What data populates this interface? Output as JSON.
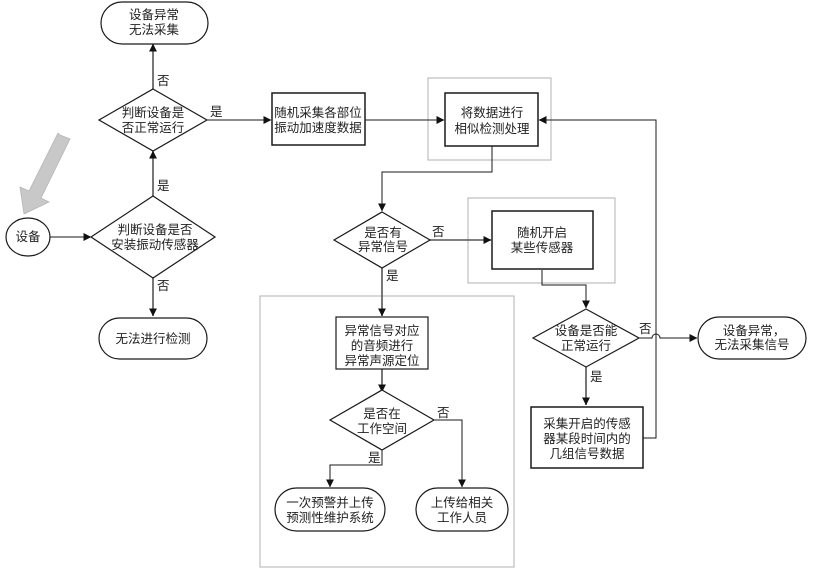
{
  "diagram": {
    "type": "flowchart",
    "nodes": {
      "device": {
        "text": [
          "设备"
        ]
      },
      "check_sensor": {
        "text": [
          "判断设备是否",
          "安装振动传感器"
        ]
      },
      "cannot_detect": {
        "text": [
          "无法进行检测"
        ]
      },
      "check_running": {
        "text": [
          "判断设备是",
          "否正常运行"
        ]
      },
      "abnormal_top": {
        "text": [
          "设备异常",
          "无法采集"
        ]
      },
      "random_collect": {
        "text": [
          "随机采集各部位",
          "振动加速度数据"
        ]
      },
      "similarity": {
        "text": [
          "将数据进行",
          "相似检测处理"
        ]
      },
      "has_abnormal": {
        "text": [
          "是否有",
          "异常信号"
        ]
      },
      "random_open": {
        "text": [
          "随机开启",
          "某些传感器"
        ]
      },
      "locate": {
        "text": [
          "异常信号对应",
          "的音频进行",
          "异常声源定位"
        ]
      },
      "in_workspace": {
        "text": [
          "是否在",
          "工作空间"
        ]
      },
      "warn_upload": {
        "text": [
          "一次预警并上传",
          "预测性维护系统"
        ]
      },
      "upload_staff": {
        "text": [
          "上传给相关",
          "工作人员"
        ]
      },
      "device_ok": {
        "text": [
          "设备是否能",
          "正常运行"
        ]
      },
      "abnormal_right": {
        "text": [
          "设备异常，",
          "无法采集信号"
        ]
      },
      "collect_groups": {
        "text": [
          "采集开启的传感",
          "器某段时间内的",
          "几组信号数据"
        ]
      }
    },
    "edge_labels": {
      "sensor_yes": "是",
      "sensor_no": "否",
      "running_yes": "是",
      "running_no": "否",
      "abnormal_yes": "是",
      "abnormal_no": "否",
      "workspace_yes": "是",
      "workspace_no": "否",
      "device_ok_yes": "是",
      "device_ok_no": "否"
    }
  }
}
